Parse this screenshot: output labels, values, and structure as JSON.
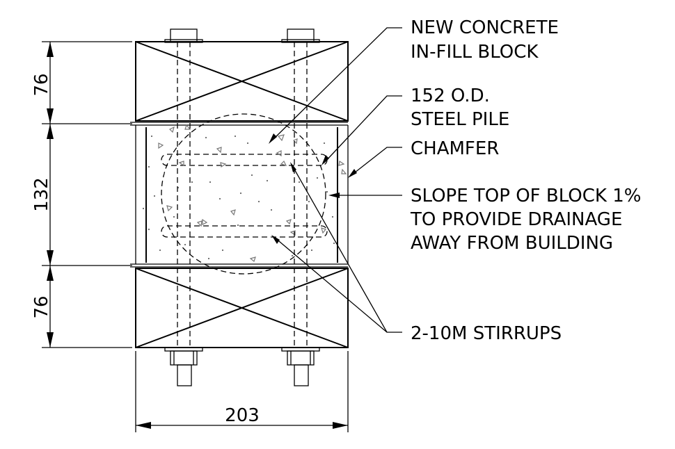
{
  "dimensions": {
    "top_height": "76",
    "middle_height": "132",
    "bottom_height": "76",
    "width": "203"
  },
  "callouts": {
    "concrete_line1": "NEW CONCRETE",
    "concrete_line2": "IN-FILL BLOCK",
    "pile_line1": "152 O.D.",
    "pile_line2": "STEEL PILE",
    "chamfer": "CHAMFER",
    "slope_line1": "SLOPE TOP OF BLOCK 1%",
    "slope_line2": "TO PROVIDE DRAINAGE",
    "slope_line3": "AWAY FROM BUILDING",
    "stirrups": "2-10M STIRRUPS"
  }
}
